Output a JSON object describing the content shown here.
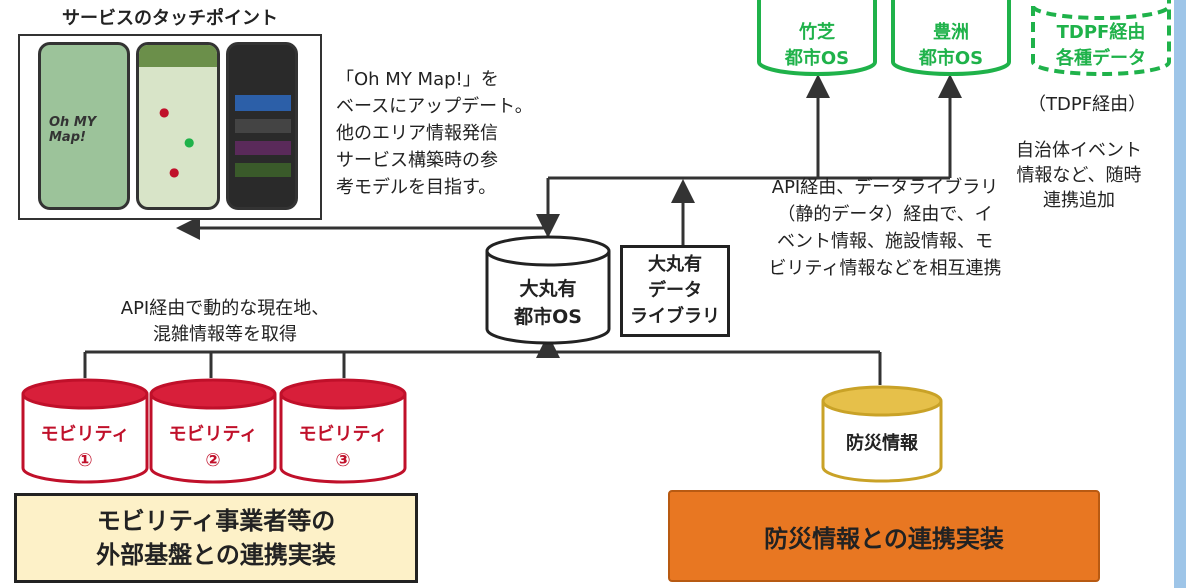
{
  "service": {
    "title": "サービスのタッチポイント",
    "app_logo": "Oh MY Map!",
    "desc_lines": [
      "「Oh MY Map!」を",
      "ベースにアップデート。",
      "他のエリア情報発信",
      "サービス構築時の参",
      "考モデルを目指す。"
    ]
  },
  "top_dbs": {
    "takeshiba": [
      "竹芝",
      "都市OS"
    ],
    "toyosu": [
      "豊洲",
      "都市OS"
    ],
    "tdpf": [
      "TDPF経由",
      "各種データ"
    ]
  },
  "tdpf_note": {
    "paren": "（TDPF経由）",
    "lines": [
      "自治体イベント",
      "情報など、随時",
      "連携追加"
    ]
  },
  "api_note": {
    "lines": [
      "API経由、データライブラリ",
      "（静的データ）経由で、イ",
      "ベント情報、施設情報、モ",
      "ビリティ情報などを相互連携"
    ]
  },
  "center": {
    "os": [
      "大丸有",
      "都市OS"
    ],
    "library": [
      "大丸有",
      "データ",
      "ライブラリ"
    ]
  },
  "mobility_note": {
    "lines": [
      "API経由で動的な現在地、",
      "混雑情報等を取得"
    ]
  },
  "mobility_dbs": [
    {
      "name": "モビリティ",
      "num": "①"
    },
    {
      "name": "モビリティ",
      "num": "②"
    },
    {
      "name": "モビリティ",
      "num": "③"
    }
  ],
  "disaster_db": "防災情報",
  "bottom_boxes": {
    "mobility": [
      "モビリティ事業者等の",
      "外部基盤との連携実装"
    ],
    "disaster": "防災情報との連携実装"
  },
  "colors": {
    "mobility_red": "#c0102a",
    "green": "#1fb24a",
    "gold": "#c9a227",
    "orange": "#e87722",
    "cream": "#fdf1c8"
  }
}
